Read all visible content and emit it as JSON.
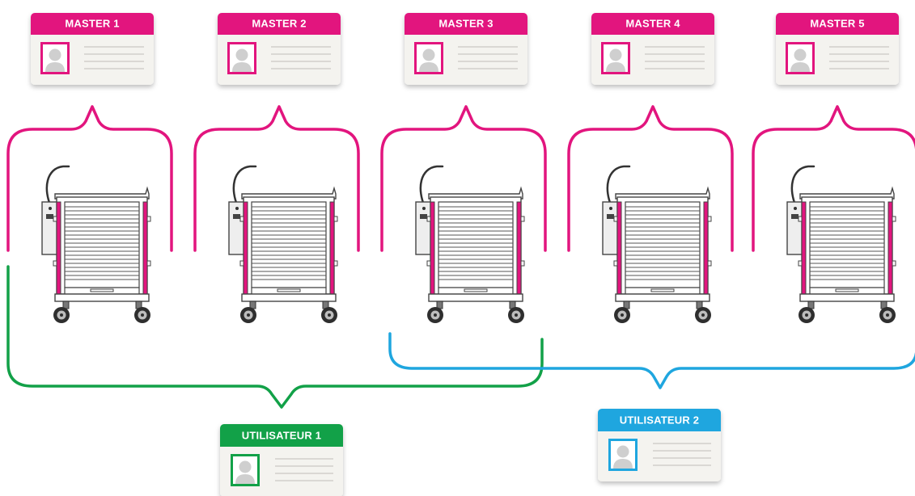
{
  "colors": {
    "master": "#E2157E",
    "user1": "#12A148",
    "user2": "#1FA6DF",
    "card_bg": "#F4F3EF",
    "line_gray": "#C9C8C4",
    "avatar_gray": "#CFCFCF"
  },
  "masters": [
    {
      "title": "MASTER 1"
    },
    {
      "title": "MASTER 2"
    },
    {
      "title": "MASTER 3"
    },
    {
      "title": "MASTER 4"
    },
    {
      "title": "MASTER 5"
    }
  ],
  "users": [
    {
      "title": "UTILISATEUR 1",
      "color_key": "user1",
      "carts_accessible": [
        1,
        2,
        3
      ]
    },
    {
      "title": "UTILISATEUR 2",
      "color_key": "user2",
      "carts_accessible": [
        3,
        4,
        5
      ]
    }
  ],
  "carts": [
    {
      "icon": "medical-cart-icon"
    },
    {
      "icon": "medical-cart-icon"
    },
    {
      "icon": "medical-cart-icon"
    },
    {
      "icon": "medical-cart-icon"
    },
    {
      "icon": "medical-cart-icon"
    }
  ]
}
